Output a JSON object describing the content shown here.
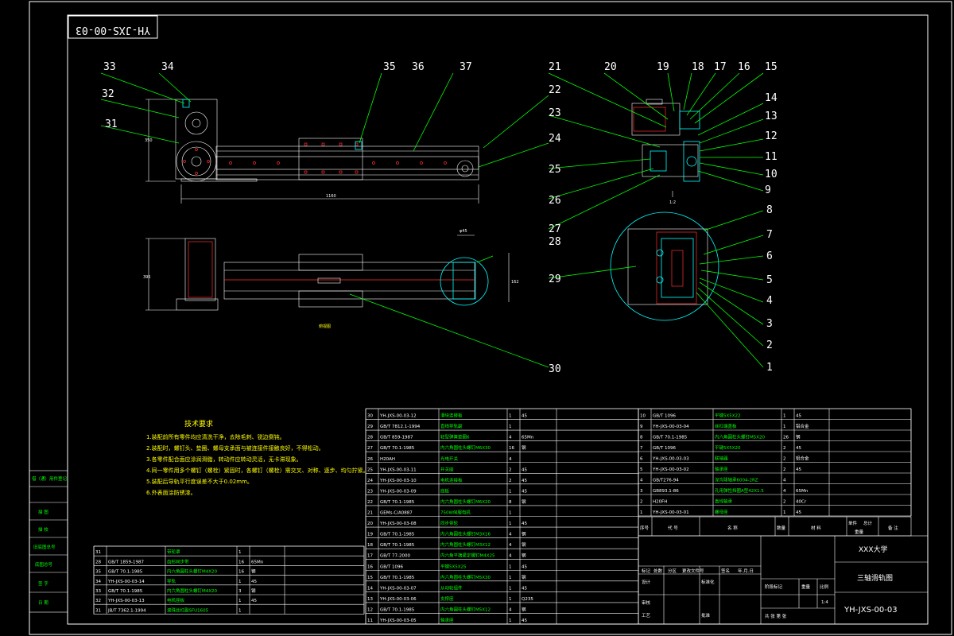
{
  "drawing_number": "YH-JXS-00-03",
  "drawing_number_mirrored": "YH-JXS-00-03",
  "school": "XXX大学",
  "drawing_title": "三轴滑轨图",
  "scale_text": "1:4",
  "colors": {
    "background": "#000000",
    "frame": "#ffffff",
    "leader": "#00ff00",
    "outline": "#00ffff",
    "hidden": "#ff3030",
    "text_yellow": "#ffff00"
  },
  "dimensions": {
    "top_length": "1160",
    "top_height": "350",
    "side_height": "395",
    "side_right": "162",
    "side_top": "φ45",
    "detail_mark": "1:2"
  },
  "view_caption": "俯视图",
  "balloons": [
    "33",
    "34",
    "35",
    "36",
    "37",
    "32",
    "31",
    "21",
    "20",
    "19",
    "18",
    "17",
    "16",
    "15",
    "22",
    "23",
    "14",
    "13",
    "24",
    "12",
    "11",
    "25",
    "10",
    "9",
    "26",
    "27",
    "28",
    "8",
    "7",
    "6",
    "29",
    "5",
    "4",
    "3",
    "2",
    "1",
    "30"
  ],
  "tech_req": {
    "title": "技术要求",
    "lines": [
      "1.装配前所有零件均应清洗干净，去除毛刺、锐边倒钝。",
      "2.装配时，螺钉头、垫圈、螺母支承面与被连接件接触良好，不得松动。",
      "3.各零件配合面应涂润滑脂，转动件应转动灵活，无卡滞现象。",
      "4.同一零件用多个螺钉（螺栓）紧固时，各螺钉（螺栓）需交叉、对称、逐步、均匀拧紧。",
      "5.装配后导轨平行度误差不大于0.02mm。",
      "6.外表面涂防锈漆。"
    ]
  },
  "left_stamp": {
    "rows": [
      "借（通）用件登记",
      "",
      "描 图",
      "描 校",
      "旧底图总号",
      "底图总号",
      "签 字",
      "日 期"
    ]
  },
  "bom_left": [
    {
      "no": "31",
      "code": "",
      "name": "带轮罩",
      "qty": "1",
      "mat": ""
    },
    {
      "no": "28",
      "code": "GB/T 1859-1987",
      "name": "齿形同步带",
      "qty": "16",
      "mat": "65Mn"
    },
    {
      "no": "35",
      "code": "GB/T 70.1-1985",
      "name": "内六角圆柱头螺钉M4X20",
      "qty": "16",
      "mat": "钢"
    },
    {
      "no": "34",
      "code": "YH-JXS-00-03-14",
      "name": "导轨",
      "qty": "1",
      "mat": "45"
    },
    {
      "no": "33",
      "code": "GB/T 70.1-1985",
      "name": "内六角圆柱头螺钉M4X20",
      "qty": "3",
      "mat": "钢"
    },
    {
      "no": "32",
      "code": "YH-JXS-00-03-13",
      "name": "电机座板",
      "qty": "1",
      "mat": "45"
    },
    {
      "no": "31",
      "code": "JB/T 7362.1-1994",
      "name": "滚珠丝杠副SFU1605",
      "qty": "1",
      "mat": ""
    }
  ],
  "bom_mid": [
    {
      "no": "30",
      "code": "YH-JXS-00-03-12",
      "name": "滑块连接板",
      "qty": "1",
      "mat": "45"
    },
    {
      "no": "29",
      "code": "GB/T 7812.1-1994",
      "name": "直线导轨副",
      "qty": "1",
      "mat": ""
    },
    {
      "no": "28",
      "code": "GB/T 859-1987",
      "name": "轻型弹簧垫圈6",
      "qty": "4",
      "mat": "65Mn"
    },
    {
      "no": "27",
      "code": "GB/T 70.1-1985",
      "name": "内六角圆柱头螺钉M6X30",
      "qty": "16",
      "mat": "钢"
    },
    {
      "no": "26",
      "code": "H20AH",
      "name": "光电开关",
      "qty": "4",
      "mat": ""
    },
    {
      "no": "25",
      "code": "YH-JXS-00-03-11",
      "name": "开关座",
      "qty": "2",
      "mat": "45"
    },
    {
      "no": "24",
      "code": "YH-JXS-00-03-10",
      "name": "电机连接板",
      "qty": "2",
      "mat": "45"
    },
    {
      "no": "23",
      "code": "YH-JXS-00-03-09",
      "name": "底板",
      "qty": "1",
      "mat": "45"
    },
    {
      "no": "22",
      "code": "GB/T 70.1-1985",
      "name": "内六角圆柱头螺钉M6X20",
      "qty": "8",
      "mat": "钢"
    },
    {
      "no": "21",
      "code": "GEMs-C/A0887",
      "name": "750W伺服电机",
      "qty": "1",
      "mat": ""
    },
    {
      "no": "20",
      "code": "YH-JXS-00-03-08",
      "name": "同步带轮",
      "qty": "1",
      "mat": "45"
    },
    {
      "no": "19",
      "code": "GB/T 70.1-1985",
      "name": "内六角圆柱头螺钉M3X16",
      "qty": "4",
      "mat": "钢"
    },
    {
      "no": "18",
      "code": "GB/T 70.1-1985",
      "name": "内六角圆柱头螺钉M3X12",
      "qty": "4",
      "mat": "钢"
    },
    {
      "no": "17",
      "code": "GB/T 77-2000",
      "name": "内六角平端紧定螺钉M4X25",
      "qty": "4",
      "mat": "钢"
    },
    {
      "no": "16",
      "code": "GB/T 1096",
      "name": "平键5X5X25",
      "qty": "1",
      "mat": "45"
    },
    {
      "no": "15",
      "code": "GB/T 70.1-1985",
      "name": "内六角圆柱头螺钉M5X30",
      "qty": "1",
      "mat": "钢"
    },
    {
      "no": "14",
      "code": "YH-JXS-00-03-07",
      "name": "从动轮组件",
      "qty": "1",
      "mat": "45"
    },
    {
      "no": "13",
      "code": "YH-JXS-00-03-06",
      "name": "支撑座",
      "qty": "1",
      "mat": "Q235"
    },
    {
      "no": "12",
      "code": "GB/T 70.1-1985",
      "name": "内六角圆柱头螺钉M5X12",
      "qty": "4",
      "mat": "钢"
    },
    {
      "no": "11",
      "code": "YH-JXS-00-03-05",
      "name": "轴承座",
      "qty": "1",
      "mat": "45"
    }
  ],
  "bom_right": [
    {
      "no": "10",
      "code": "GB/T 1096",
      "name": "平键5X5X22",
      "qty": "1",
      "mat": "45"
    },
    {
      "no": "9",
      "code": "YH-JXS-00-03-04",
      "name": "丝杠端盖板",
      "qty": "1",
      "mat": "铝合金"
    },
    {
      "no": "8",
      "code": "GB/T 70.1-1985",
      "name": "内六角圆柱头螺钉M5X20",
      "qty": "26",
      "mat": "钢"
    },
    {
      "no": "7",
      "code": "GB/T 1096",
      "name": "平键5X5X20",
      "qty": "2",
      "mat": "45"
    },
    {
      "no": "6",
      "code": "YH-JXS-00-03-03",
      "name": "联轴器",
      "qty": "2",
      "mat": "铝合金"
    },
    {
      "no": "5",
      "code": "YH-JXS-00-03-02",
      "name": "轴承座",
      "qty": "2",
      "mat": "45"
    },
    {
      "no": "4",
      "code": "GB/T276-94",
      "name": "深沟球轴承6004-2RZ",
      "qty": "4",
      "mat": ""
    },
    {
      "no": "3",
      "code": "GB893.1-86",
      "name": "孔用弹性挡圈A型42X1.5",
      "qty": "4",
      "mat": "65Mn"
    },
    {
      "no": "2",
      "code": "H20FH",
      "name": "直线轴承",
      "qty": "2",
      "mat": "40Cr"
    },
    {
      "no": "1",
      "code": "YH-JXS-00-03-01",
      "name": "螺母座",
      "qty": "1",
      "mat": "45"
    }
  ],
  "bom_header": {
    "no": "序号",
    "code": "代 号",
    "name": "名 称",
    "qty": "数量",
    "mat": "材 料",
    "unit": "单件",
    "total": "总计",
    "weight": "重量",
    "remark": "备 注"
  },
  "title_block": {
    "design": "设计",
    "check": "审核",
    "process": "工艺",
    "standard": "标准化",
    "approve": "批准",
    "stage": "阶段标记",
    "weight": "重量",
    "scale": "比例",
    "sheets": "共   张   第   张",
    "mark": "标记",
    "count": "处数",
    "zone": "分区",
    "doc": "更改文件号",
    "sign": "签名",
    "date": "年.月.日"
  }
}
